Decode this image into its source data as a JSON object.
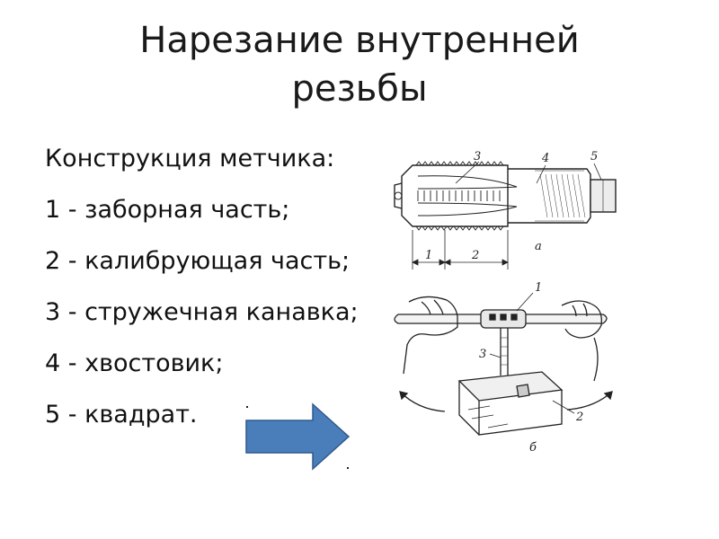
{
  "slide": {
    "title_line1": "Нарезание внутренней",
    "title_line2": "резьбы",
    "list": [
      "Конструкция метчика:",
      "1 - заборная часть;",
      "2 - калибрующая часть;",
      "3 - стружечная канавка;",
      "4 - хвостовик;",
      "5 - квадрат."
    ]
  },
  "figure_a": {
    "labels": {
      "n1": "1",
      "n2": "2",
      "n3": "3",
      "n4": "4",
      "n5": "5",
      "caption": "а"
    }
  },
  "figure_b": {
    "labels": {
      "n1": "1",
      "n2": "2",
      "n3": "3",
      "caption": "б"
    }
  },
  "colors": {
    "arrow_fill": "#4a7ebb",
    "arrow_stroke": "#2f5a8c",
    "line": "#222222"
  }
}
